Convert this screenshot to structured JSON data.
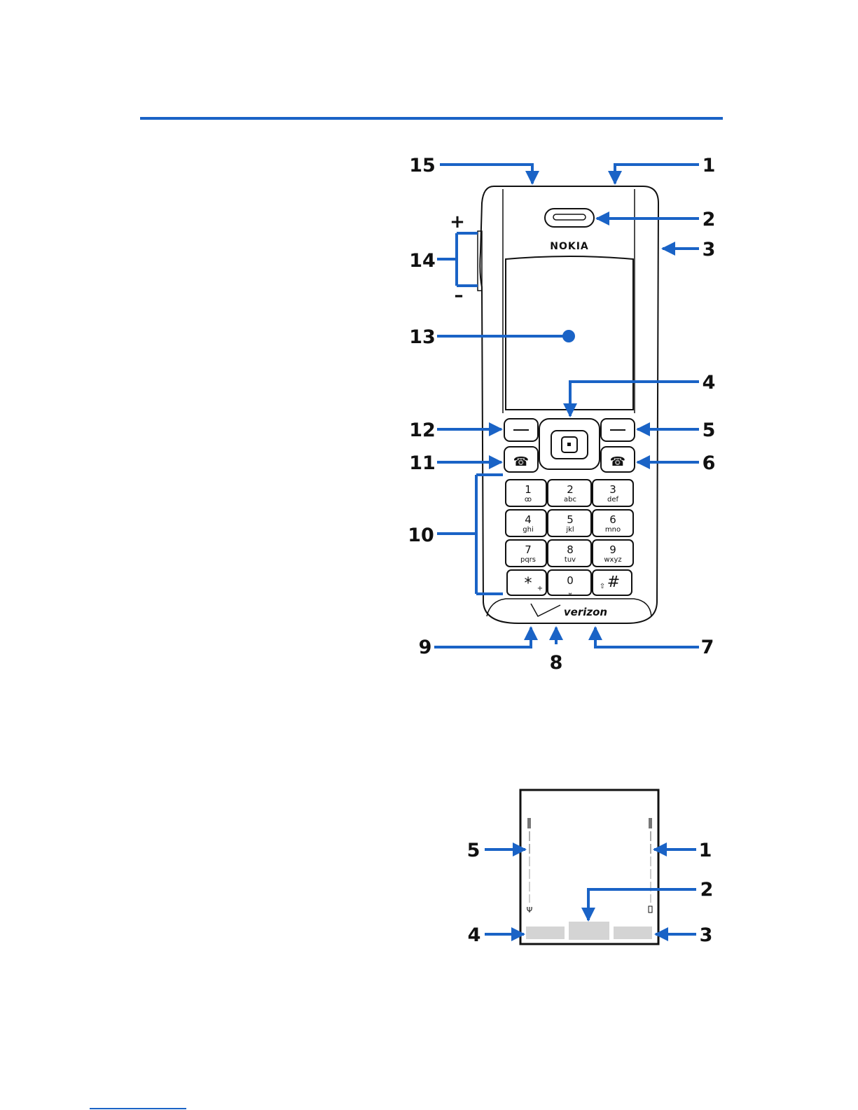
{
  "phone": {
    "brand": "NOKIA",
    "carrier": "verizon",
    "volume_plus": "+",
    "volume_minus": "–",
    "keys": [
      {
        "num": "1",
        "letters": "ꝏ"
      },
      {
        "num": "2",
        "letters": "abc"
      },
      {
        "num": "3",
        "letters": "def"
      },
      {
        "num": "4",
        "letters": "ghi"
      },
      {
        "num": "5",
        "letters": "jkl"
      },
      {
        "num": "6",
        "letters": "mno"
      },
      {
        "num": "7",
        "letters": "pqrs"
      },
      {
        "num": "8",
        "letters": "tuv"
      },
      {
        "num": "9",
        "letters": "wxyz"
      },
      {
        "num": "*",
        "letters": "+"
      },
      {
        "num": "0",
        "letters": "⎵"
      },
      {
        "num": "#",
        "letters": "⇧"
      }
    ],
    "callouts": [
      "1",
      "2",
      "3",
      "4",
      "5",
      "6",
      "7",
      "8",
      "9",
      "10",
      "11",
      "12",
      "13",
      "14",
      "15"
    ]
  },
  "display": {
    "callouts": [
      "1",
      "2",
      "3",
      "4",
      "5"
    ]
  },
  "colors": {
    "accent": "#1a63c6"
  }
}
